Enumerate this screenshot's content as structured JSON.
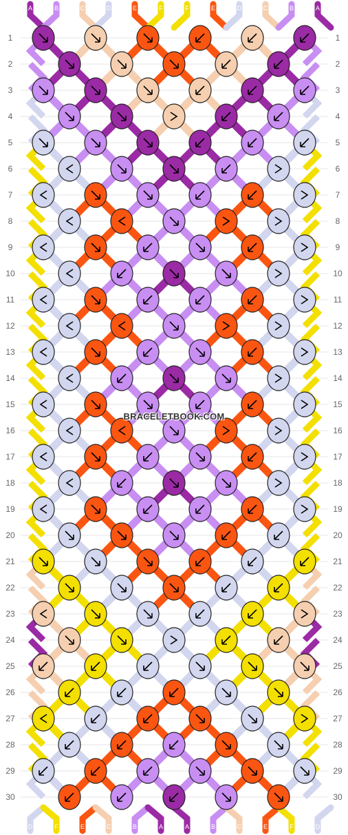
{
  "watermark": "BRACELETBOOK.COM",
  "colors": {
    "A": "#9b2aa5",
    "B": "#c88ef2",
    "C": "#f5cfb0",
    "D": "#d2d6ee",
    "E": "#fb5512",
    "F": "#f3df00"
  },
  "top_strands": [
    "A",
    "B",
    "C",
    "D",
    "E",
    "F",
    "F",
    "E",
    "D",
    "C",
    "B",
    "A"
  ],
  "bottom_strands": [
    "D",
    "F",
    "E",
    "C",
    "B",
    "A",
    "A",
    "B",
    "C",
    "E",
    "F",
    "D"
  ],
  "row_numbers": [
    "1",
    "2",
    "3",
    "4",
    "5",
    "6",
    "7",
    "8",
    "9",
    "10",
    "11",
    "12",
    "13",
    "14",
    "15",
    "16",
    "17",
    "18",
    "19",
    "20",
    "21",
    "22",
    "23",
    "24",
    "25",
    "26",
    "27",
    "28",
    "29",
    "30"
  ],
  "knot_arrows": {
    "ur": "↗",
    "ul": "↖",
    "dr": "↘",
    "dl": "↙",
    "fr": "forward-backward (>) ",
    "bl": "backward-forward (<)"
  },
  "knots": [
    {
      "row": 1,
      "pos": [
        {
          "c": "A",
          "a": "dr"
        },
        {
          "c": "C",
          "a": "dr"
        },
        {
          "c": "E",
          "a": "dr"
        },
        {
          "c": "E",
          "a": "dl"
        },
        {
          "c": "C",
          "a": "dl"
        },
        {
          "c": "A",
          "a": "dl"
        }
      ]
    },
    {
      "row": 2,
      "pos": [
        {
          "c": "A",
          "a": "dr"
        },
        {
          "c": "C",
          "a": "dr"
        },
        {
          "c": "E",
          "a": "dr"
        },
        {
          "c": "C",
          "a": "dl"
        },
        {
          "c": "A",
          "a": "dl"
        }
      ]
    },
    {
      "row": 3,
      "pos": [
        {
          "c": "B",
          "a": "dr"
        },
        {
          "c": "A",
          "a": "dr"
        },
        {
          "c": "C",
          "a": "dr"
        },
        {
          "c": "C",
          "a": "dl"
        },
        {
          "c": "A",
          "a": "dl"
        },
        {
          "c": "B",
          "a": "dl"
        }
      ]
    },
    {
      "row": 4,
      "pos": [
        {
          "c": "B",
          "a": "dr"
        },
        {
          "c": "A",
          "a": "dr"
        },
        {
          "c": "C",
          "a": "fr"
        },
        {
          "c": "A",
          "a": "dl"
        },
        {
          "c": "B",
          "a": "dl"
        }
      ]
    },
    {
      "row": 5,
      "pos": [
        {
          "c": "D",
          "a": "dr"
        },
        {
          "c": "B",
          "a": "dr"
        },
        {
          "c": "A",
          "a": "dr"
        },
        {
          "c": "A",
          "a": "dl"
        },
        {
          "c": "B",
          "a": "dl"
        },
        {
          "c": "D",
          "a": "dl"
        }
      ]
    },
    {
      "row": 6,
      "pos": [
        {
          "c": "D",
          "a": "bl"
        },
        {
          "c": "B",
          "a": "dr"
        },
        {
          "c": "A",
          "a": "dr"
        },
        {
          "c": "B",
          "a": "dl"
        },
        {
          "c": "D",
          "a": "fr"
        }
      ]
    },
    {
      "row": 7,
      "pos": [
        {
          "c": "D",
          "a": "bl"
        },
        {
          "c": "E",
          "a": "dr"
        },
        {
          "c": "B",
          "a": "dr"
        },
        {
          "c": "B",
          "a": "dl"
        },
        {
          "c": "E",
          "a": "dl"
        },
        {
          "c": "D",
          "a": "fr"
        }
      ]
    },
    {
      "row": 8,
      "pos": [
        {
          "c": "D",
          "a": "bl"
        },
        {
          "c": "E",
          "a": "bl"
        },
        {
          "c": "B",
          "a": "dr"
        },
        {
          "c": "E",
          "a": "fr"
        },
        {
          "c": "D",
          "a": "fr"
        }
      ]
    },
    {
      "row": 9,
      "pos": [
        {
          "c": "D",
          "a": "bl"
        },
        {
          "c": "E",
          "a": "dr"
        },
        {
          "c": "B",
          "a": "dl"
        },
        {
          "c": "B",
          "a": "dr"
        },
        {
          "c": "E",
          "a": "dl"
        },
        {
          "c": "D",
          "a": "fr"
        }
      ]
    },
    {
      "row": 10,
      "pos": [
        {
          "c": "D",
          "a": "bl"
        },
        {
          "c": "B",
          "a": "dl"
        },
        {
          "c": "A",
          "a": "dr"
        },
        {
          "c": "B",
          "a": "dr"
        },
        {
          "c": "D",
          "a": "fr"
        }
      ]
    },
    {
      "row": 11,
      "pos": [
        {
          "c": "D",
          "a": "bl"
        },
        {
          "c": "E",
          "a": "dr"
        },
        {
          "c": "B",
          "a": "dl"
        },
        {
          "c": "B",
          "a": "dl"
        },
        {
          "c": "E",
          "a": "dl"
        },
        {
          "c": "D",
          "a": "fr"
        }
      ]
    },
    {
      "row": 12,
      "pos": [
        {
          "c": "D",
          "a": "bl"
        },
        {
          "c": "E",
          "a": "bl"
        },
        {
          "c": "B",
          "a": "dr"
        },
        {
          "c": "E",
          "a": "fr"
        },
        {
          "c": "D",
          "a": "fr"
        }
      ]
    },
    {
      "row": 13,
      "pos": [
        {
          "c": "D",
          "a": "bl"
        },
        {
          "c": "E",
          "a": "dr"
        },
        {
          "c": "B",
          "a": "dl"
        },
        {
          "c": "B",
          "a": "dr"
        },
        {
          "c": "E",
          "a": "dl"
        },
        {
          "c": "D",
          "a": "fr"
        }
      ]
    },
    {
      "row": 14,
      "pos": [
        {
          "c": "D",
          "a": "bl"
        },
        {
          "c": "B",
          "a": "dl"
        },
        {
          "c": "A",
          "a": "dr"
        },
        {
          "c": "B",
          "a": "dr"
        },
        {
          "c": "D",
          "a": "fr"
        }
      ]
    },
    {
      "row": 15,
      "pos": [
        {
          "c": "D",
          "a": "bl"
        },
        {
          "c": "E",
          "a": "dr"
        },
        {
          "c": "B",
          "a": "dr"
        },
        {
          "c": "B",
          "a": "dl"
        },
        {
          "c": "E",
          "a": "dl"
        },
        {
          "c": "D",
          "a": "fr"
        }
      ]
    },
    {
      "row": 16,
      "pos": [
        {
          "c": "D",
          "a": "bl"
        },
        {
          "c": "E",
          "a": "bl"
        },
        {
          "c": "B",
          "a": "dr"
        },
        {
          "c": "E",
          "a": "fr"
        },
        {
          "c": "D",
          "a": "fr"
        }
      ]
    },
    {
      "row": 17,
      "pos": [
        {
          "c": "D",
          "a": "bl"
        },
        {
          "c": "E",
          "a": "dr"
        },
        {
          "c": "B",
          "a": "dl"
        },
        {
          "c": "B",
          "a": "dr"
        },
        {
          "c": "E",
          "a": "dl"
        },
        {
          "c": "D",
          "a": "fr"
        }
      ]
    },
    {
      "row": 18,
      "pos": [
        {
          "c": "D",
          "a": "bl"
        },
        {
          "c": "B",
          "a": "dl"
        },
        {
          "c": "A",
          "a": "dr"
        },
        {
          "c": "B",
          "a": "dr"
        },
        {
          "c": "D",
          "a": "fr"
        }
      ]
    },
    {
      "row": 19,
      "pos": [
        {
          "c": "D",
          "a": "bl"
        },
        {
          "c": "E",
          "a": "dr"
        },
        {
          "c": "B",
          "a": "dl"
        },
        {
          "c": "B",
          "a": "dl"
        },
        {
          "c": "E",
          "a": "dl"
        },
        {
          "c": "D",
          "a": "fr"
        }
      ]
    },
    {
      "row": 20,
      "pos": [
        {
          "c": "D",
          "a": "dr"
        },
        {
          "c": "E",
          "a": "dr"
        },
        {
          "c": "B",
          "a": "dr"
        },
        {
          "c": "E",
          "a": "dl"
        },
        {
          "c": "D",
          "a": "dl"
        }
      ]
    },
    {
      "row": 21,
      "pos": [
        {
          "c": "F",
          "a": "dr"
        },
        {
          "c": "D",
          "a": "dr"
        },
        {
          "c": "E",
          "a": "dr"
        },
        {
          "c": "E",
          "a": "dl"
        },
        {
          "c": "D",
          "a": "dl"
        },
        {
          "c": "F",
          "a": "dl"
        }
      ]
    },
    {
      "row": 22,
      "pos": [
        {
          "c": "F",
          "a": "dr"
        },
        {
          "c": "D",
          "a": "dr"
        },
        {
          "c": "E",
          "a": "dr"
        },
        {
          "c": "D",
          "a": "dl"
        },
        {
          "c": "F",
          "a": "dl"
        }
      ]
    },
    {
      "row": 23,
      "pos": [
        {
          "c": "C",
          "a": "bl"
        },
        {
          "c": "F",
          "a": "dr"
        },
        {
          "c": "D",
          "a": "dr"
        },
        {
          "c": "D",
          "a": "dl"
        },
        {
          "c": "F",
          "a": "dl"
        },
        {
          "c": "C",
          "a": "fr"
        }
      ]
    },
    {
      "row": 24,
      "pos": [
        {
          "c": "C",
          "a": "dr"
        },
        {
          "c": "F",
          "a": "dr"
        },
        {
          "c": "D",
          "a": "fr"
        },
        {
          "c": "F",
          "a": "dl"
        },
        {
          "c": "C",
          "a": "dl"
        }
      ]
    },
    {
      "row": 25,
      "pos": [
        {
          "c": "C",
          "a": "dl"
        },
        {
          "c": "F",
          "a": "dl"
        },
        {
          "c": "D",
          "a": "dl"
        },
        {
          "c": "D",
          "a": "dr"
        },
        {
          "c": "F",
          "a": "dr"
        },
        {
          "c": "C",
          "a": "dr"
        }
      ]
    },
    {
      "row": 26,
      "pos": [
        {
          "c": "F",
          "a": "dl"
        },
        {
          "c": "D",
          "a": "dl"
        },
        {
          "c": "E",
          "a": "dl"
        },
        {
          "c": "D",
          "a": "dr"
        },
        {
          "c": "F",
          "a": "dr"
        }
      ]
    },
    {
      "row": 27,
      "pos": [
        {
          "c": "F",
          "a": "bl"
        },
        {
          "c": "D",
          "a": "dl"
        },
        {
          "c": "E",
          "a": "dl"
        },
        {
          "c": "E",
          "a": "dr"
        },
        {
          "c": "D",
          "a": "dr"
        },
        {
          "c": "F",
          "a": "fr"
        }
      ]
    },
    {
      "row": 28,
      "pos": [
        {
          "c": "D",
          "a": "dl"
        },
        {
          "c": "E",
          "a": "dl"
        },
        {
          "c": "B",
          "a": "dl"
        },
        {
          "c": "E",
          "a": "dr"
        },
        {
          "c": "D",
          "a": "dr"
        }
      ]
    },
    {
      "row": 29,
      "pos": [
        {
          "c": "D",
          "a": "dl"
        },
        {
          "c": "E",
          "a": "dl"
        },
        {
          "c": "B",
          "a": "dl"
        },
        {
          "c": "B",
          "a": "dr"
        },
        {
          "c": "E",
          "a": "dr"
        },
        {
          "c": "D",
          "a": "dr"
        }
      ]
    },
    {
      "row": 30,
      "pos": [
        {
          "c": "E",
          "a": "dl"
        },
        {
          "c": "B",
          "a": "dl"
        },
        {
          "c": "A",
          "a": "dl"
        },
        {
          "c": "B",
          "a": "dr"
        },
        {
          "c": "E",
          "a": "dr"
        }
      ]
    }
  ]
}
